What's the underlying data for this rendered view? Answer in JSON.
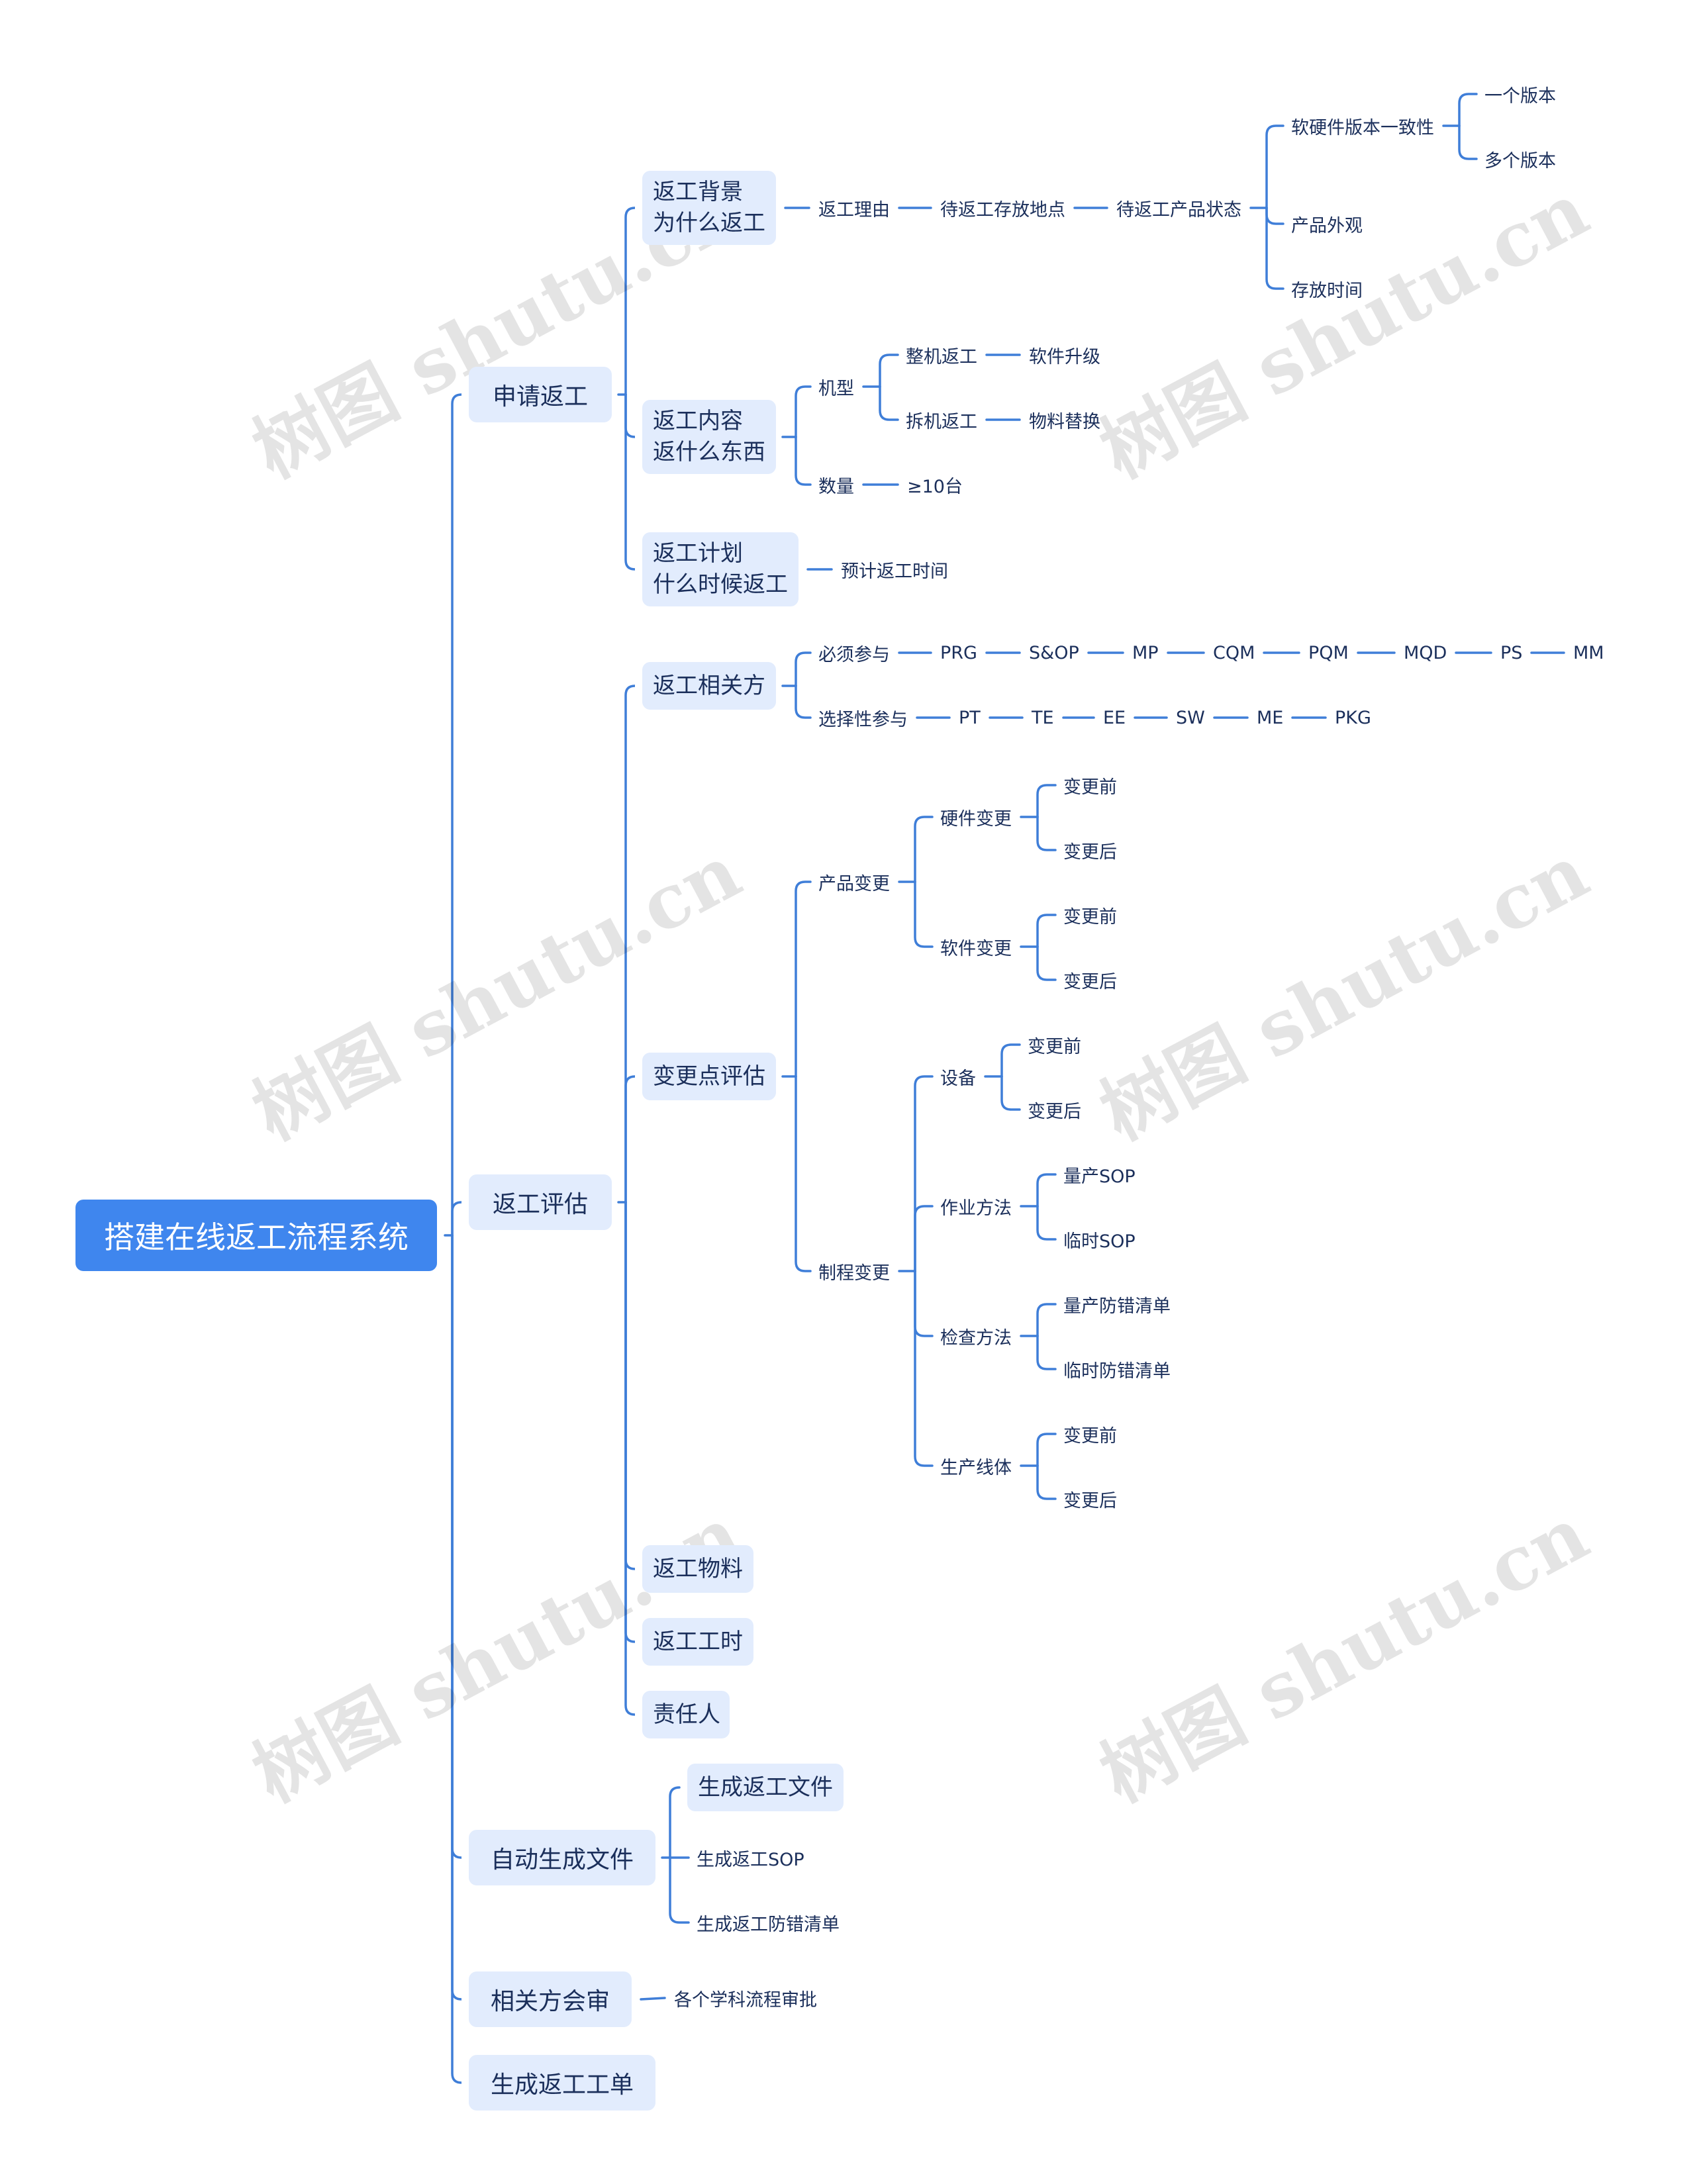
{
  "colors": {
    "root_fill": "#3f86ee",
    "branch_fill": "#e2ecfd",
    "line": "#3f7ed8",
    "text": "#1b2f5b"
  },
  "watermark": "树图 shutu.cn",
  "root": "搭建在线返工流程系统",
  "main": {
    "apply": "申请返工",
    "assess": "返工评估",
    "autodoc": "自动生成文件",
    "review": "相关方会审",
    "order": "生成返工工单"
  },
  "apply": {
    "background": "返工背景\n为什么返工",
    "reason": "返工理由",
    "storage_location": "待返工存放地点",
    "product_state": "待返工产品状态",
    "hw_sw_consistency": "软硬件版本一致性",
    "one_version": "一个版本",
    "multi_version": "多个版本",
    "appearance": "产品外观",
    "storage_time": "存放时间",
    "content": "返工内容\n返什么东西",
    "model": "机型",
    "whole_unit": "整机返工",
    "sw_upgrade": "软件升级",
    "disassembly": "拆机返工",
    "material_replace": "物料替换",
    "quantity": "数量",
    "qty_value": "≥10台",
    "plan": "返工计划\n什么时候返工",
    "expected_time": "预计返工时间"
  },
  "assess": {
    "stakeholders": "返工相关方",
    "mandatory": "必须参与",
    "mandatory_list": [
      "PRG",
      "S&OP",
      "MP",
      "CQM",
      "PQM",
      "MQD",
      "PS",
      "MM"
    ],
    "optional": "选择性参与",
    "optional_list": [
      "PT",
      "TE",
      "EE",
      "SW",
      "ME",
      "PKG"
    ],
    "change_eval": "变更点评估",
    "product_change": "产品变更",
    "hw_change": "硬件变更",
    "sw_change": "软件变更",
    "process_change": "制程变更",
    "equipment": "设备",
    "method": "作业方法",
    "inspection": "检查方法",
    "line": "生产线体",
    "before": "变更前",
    "after": "变更后",
    "mass_sop": "量产SOP",
    "temp_sop": "临时SOP",
    "mass_pokayoke": "量产防错清单",
    "temp_pokayoke": "临时防错清单",
    "materials": "返工物料",
    "hours": "返工工时",
    "owner": "责任人"
  },
  "autodoc": {
    "file": "生成返工文件",
    "sop": "生成返工SOP",
    "pokayoke": "生成返工防错清单"
  },
  "review": {
    "approval": "各个学科流程审批"
  }
}
